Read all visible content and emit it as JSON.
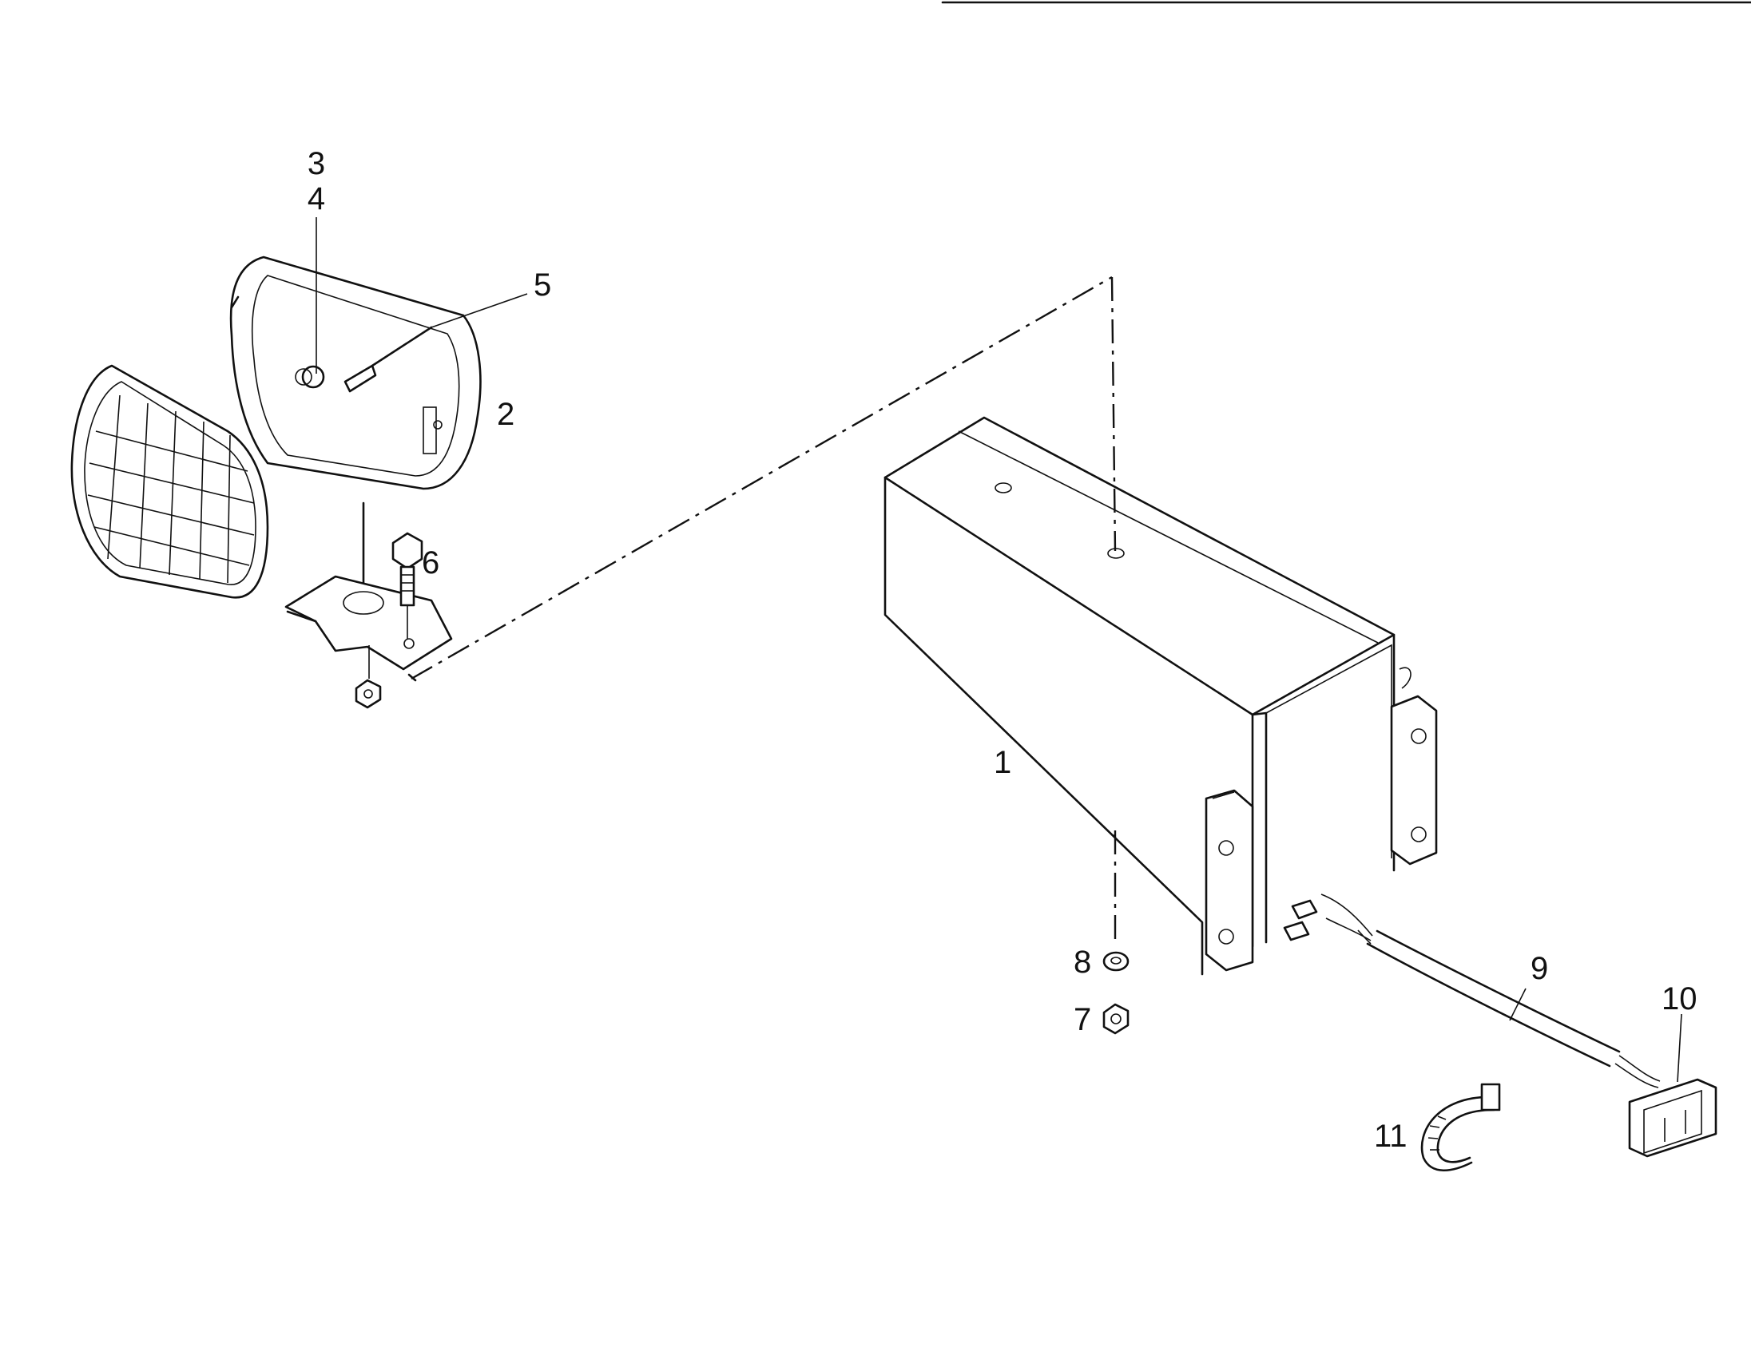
{
  "callouts": {
    "c1": "1",
    "c2": "2",
    "c3": "3",
    "c4": "4",
    "c5": "5",
    "c6": "6",
    "c7": "7",
    "c8": "8",
    "c9": "9",
    "c10": "10",
    "c11": "11"
  },
  "colors": {
    "ink": "#111111",
    "paper": "#ffffff"
  }
}
